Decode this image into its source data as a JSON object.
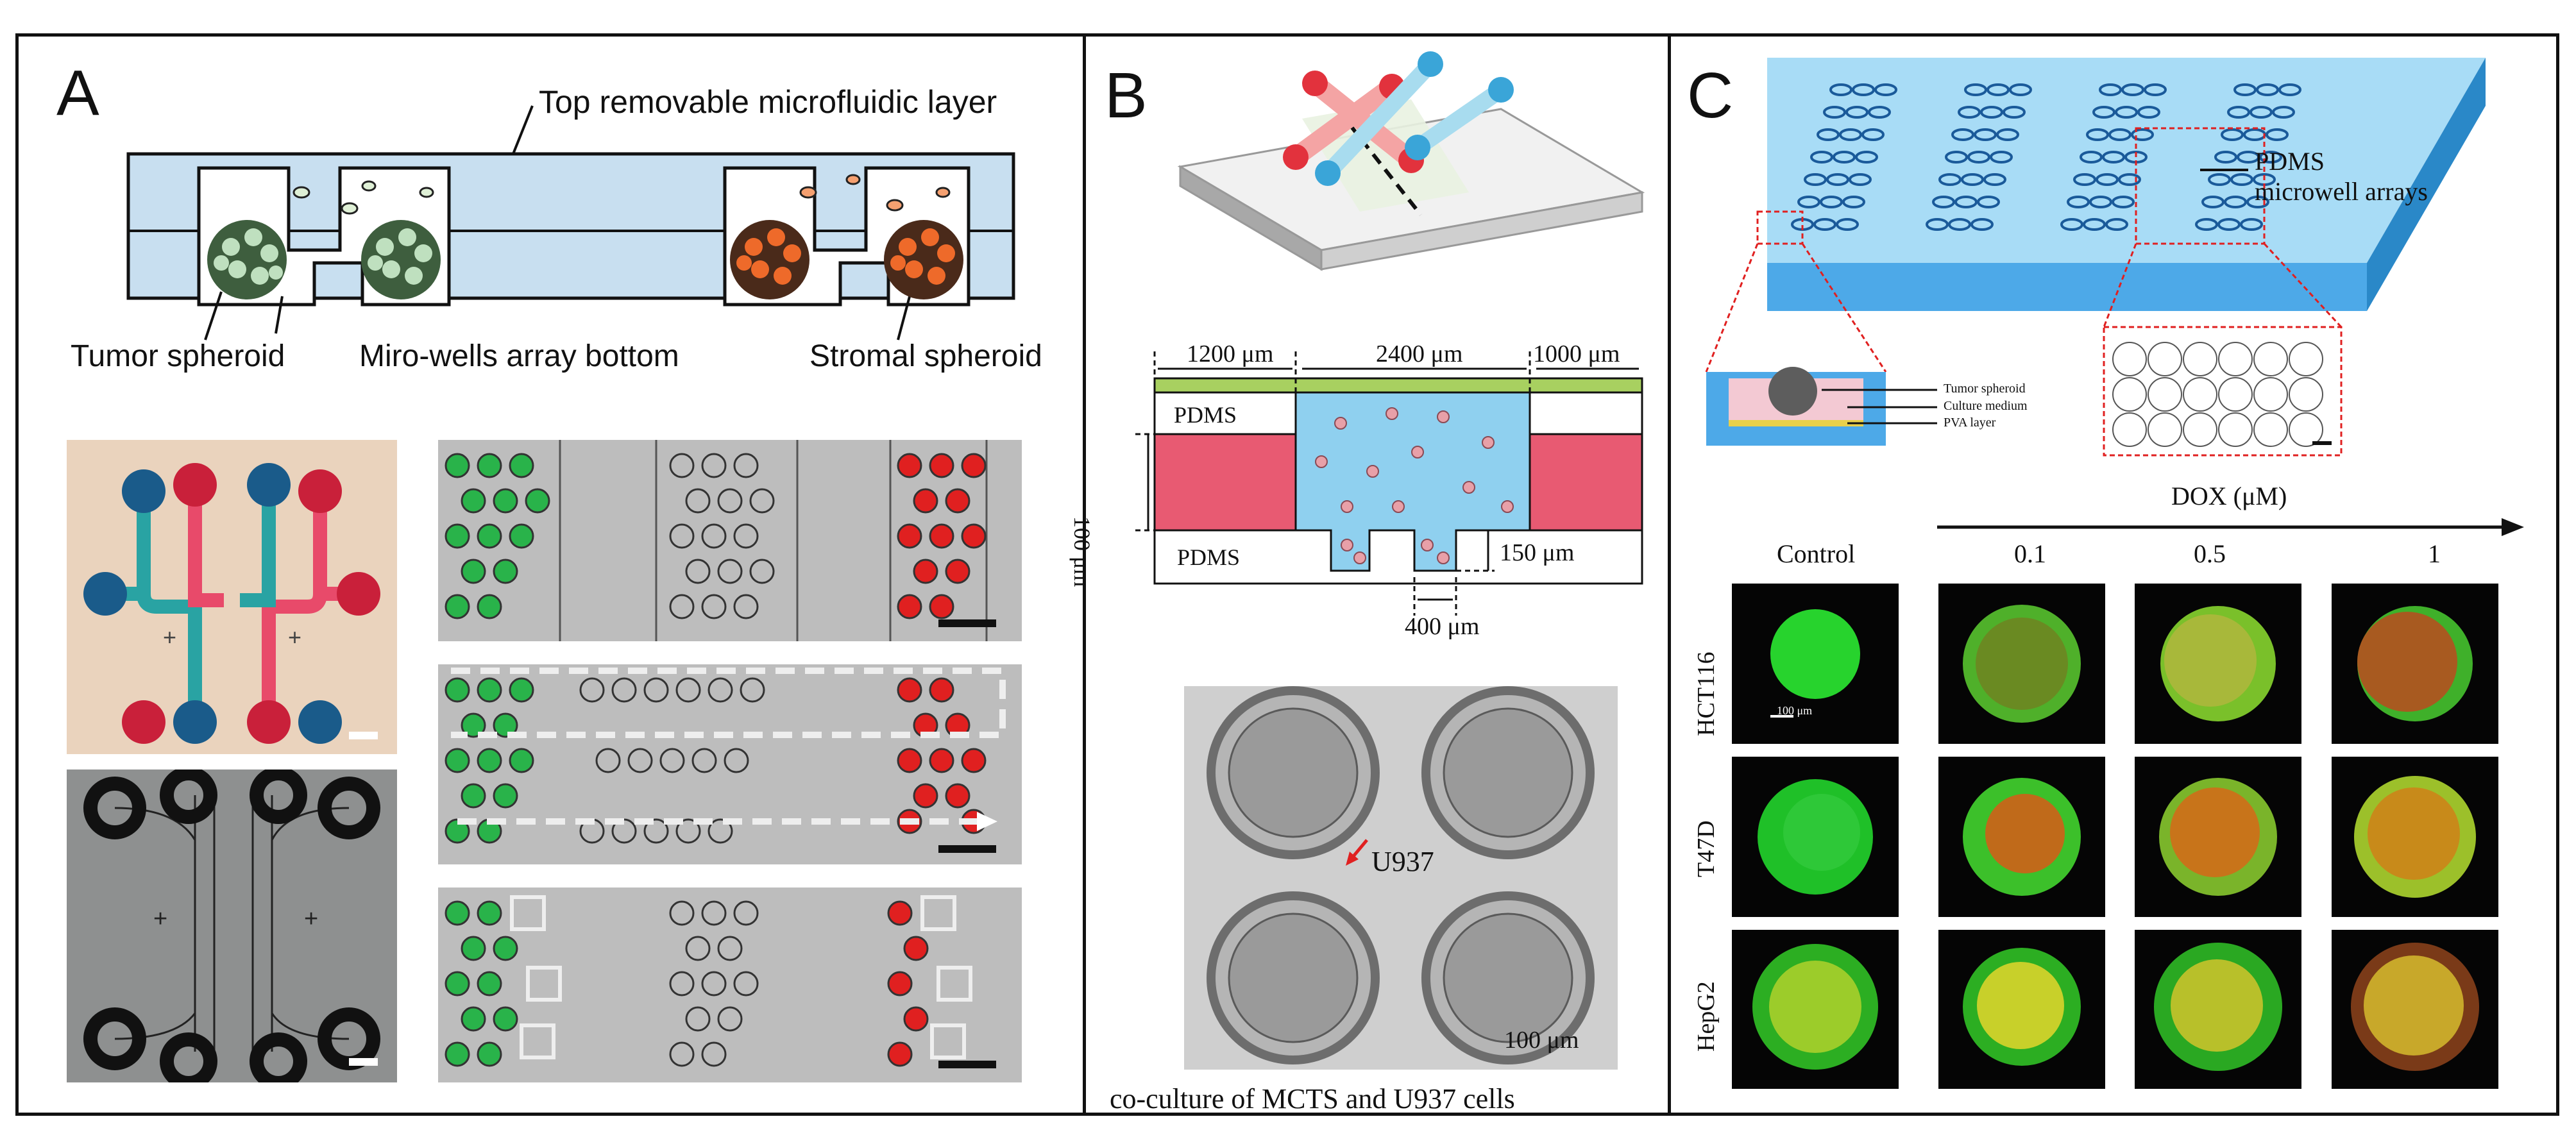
{
  "panels": {
    "A": {
      "letter": "A",
      "top_layer_label": "Top removable microfluidic layer",
      "tumor_label": "Tumor spheroid",
      "bottom_label": "Miro-wells array bottom",
      "stromal_label": "Stromal spheroid"
    },
    "B": {
      "letter": "B",
      "dim_1200": "1200 μm",
      "dim_2400": "2400 μm",
      "dim_1000": "1000 μm",
      "dim_100": "100 μm",
      "dim_150": "150 μm",
      "dim_400": "400 μm",
      "pdms_top": "PDMS",
      "pdms_bottom": "PDMS",
      "cell_label": "U937",
      "scale_label": "100 μm",
      "caption": "co-culture of MCTS and U937 cells"
    },
    "C": {
      "letter": "C",
      "array_label_1": "PDMS",
      "array_label_2": "microwell arrays",
      "inset_label_1": "Tumor spheroid",
      "inset_label_2": "Culture medium",
      "inset_label_3": "PVA layer",
      "dox_label": "DOX (μM)",
      "columns": [
        "Control",
        "0.1",
        "0.5",
        "1"
      ],
      "rows": [
        "HCT116",
        "T47D",
        "HepG2"
      ],
      "scale_label": "100 μm"
    }
  },
  "colors": {
    "channel_blue": "#c8dff0",
    "tumor_green": "#2fc23a",
    "stroma_red": "#e0282e",
    "chip_blue": "#4da9e8",
    "pdms_pink": "#e85a72",
    "pdms_green": "#a8d060"
  }
}
